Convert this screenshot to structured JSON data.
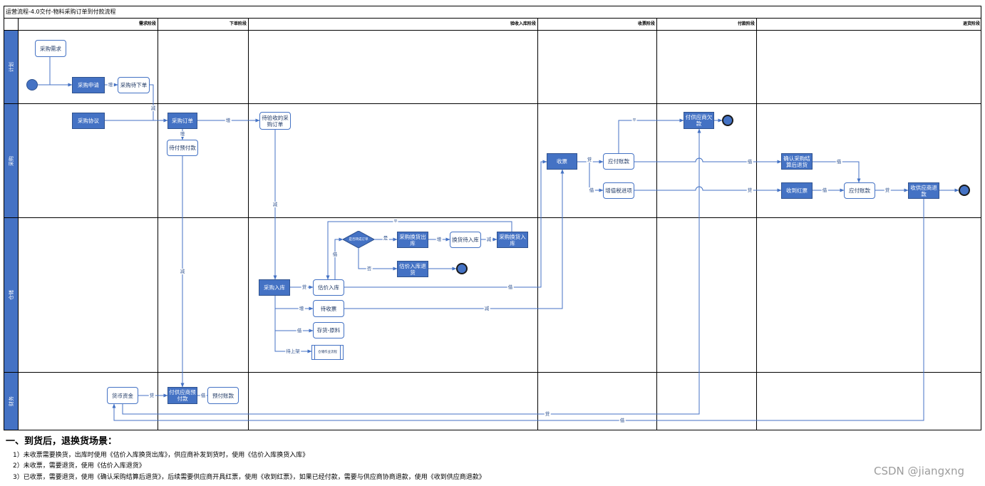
{
  "title": "运营流程-4.0交付-物料采购订单到付款流程",
  "phases": [
    "需求阶段",
    "下单阶段",
    "验收入库阶段",
    "收票阶段",
    "付款阶段",
    "退货阶段"
  ],
  "lanes": [
    "计划",
    "采购",
    "仓储",
    "财务"
  ],
  "nodes": {
    "purchase_demand": "采购需求",
    "purchase_request": "采购申请",
    "pending_order": "采购待下单",
    "purchase_agreement": "采购协议",
    "purchase_order": "采购订单",
    "pending_prepayment": "待付预付款",
    "po_pending_acceptance": "待验收的采购订单",
    "invoice_receipt": "收票",
    "accounts_payable": "应付账款",
    "input_vat": "增值税进项",
    "pay_supplier_debt": "付供应商欠款",
    "confirm_settlement_return": "确认采购结算后退货",
    "red_invoice_received": "收到红票",
    "accounts_payable_return": "应付账款",
    "supplier_refund": "收供应商退款",
    "convert_to_order": "是否转成订单",
    "exchange_outbound": "采购换货出库",
    "exchange_pending_inbound": "换货待入库",
    "exchange_inbound": "采购换货入库",
    "estimated_inbound_return": "估价入库退货",
    "purchase_inbound": "采购入库",
    "estimated_inbound": "估价入库",
    "pending_invoice": "待收票",
    "inventory_raw": "存货-原料",
    "warehouse_process": "仓储作业流程",
    "cash": "货币资金",
    "pay_prepayment": "付供应商预付款",
    "prepaid_account": "预付账款"
  },
  "edge_labels": [
    "增",
    "减",
    "增",
    "增",
    "减",
    "减",
    "贷",
    "增",
    "借",
    "待上架",
    "借",
    "平",
    "是",
    "否",
    "增",
    "减",
    "借",
    "减",
    "贷",
    "借",
    "平",
    "借",
    "贷",
    "借",
    "借",
    "贷",
    "贷",
    "借",
    "贷",
    "借"
  ],
  "notes": {
    "heading": "一、到货后，退换货场景：",
    "items": [
      "1）未收票需要换货，出库时使用《估价入库换货出库》，供应商补发到货时，使用《估价入库换货入库》",
      "2）未收票，需要退货，使用《估价入库退货》",
      "3）已收票，需要退货，使用《确认采购结算后退货》，后续需要供应商开具红票，使用《收到红票》，如果已经付款，需要与供应商协商退款，使用《收到供应商退款》"
    ]
  },
  "watermark": "CSDN @jiangxng",
  "colors": {
    "node_fill": "#4472C4",
    "node_border": "#2F528F",
    "connector": "#4472C4",
    "text_dark": "#1F3864",
    "grid": "#000000"
  }
}
